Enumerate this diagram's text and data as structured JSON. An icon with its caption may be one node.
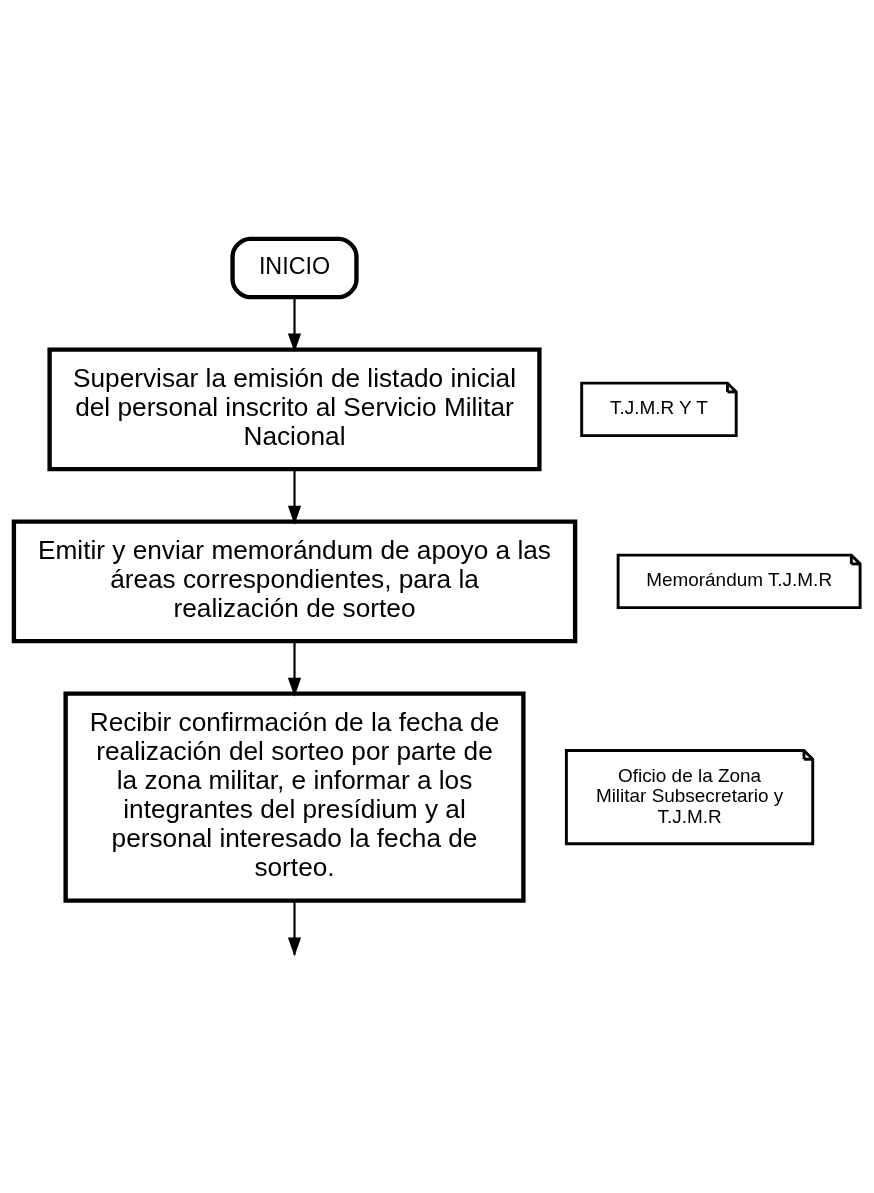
{
  "diagram": {
    "nodes": [
      {
        "text": [
          "INICIO"
        ]
      },
      {
        "text": [
          "Supervisar la emisión de listado inicial del personal inscrito al Servicio Militar Nacional"
        ]
      },
      {
        "text": [
          "T.J.M.R Y T"
        ]
      },
      {
        "text": [
          "Emitir y enviar memorándum de apoyo a las áreas correspondientes, para la realización de sorteo"
        ]
      },
      {
        "text": [
          "Memorándum T.J.M.R"
        ]
      },
      {
        "text": [
          "Recibir confirmación de la fecha de realización del sorteo por parte de la zona militar, e informar a los integrantes del presídium y al personal interesado la fecha de sorteo."
        ]
      },
      {
        "text": [
          "Oficio de la Zona Militar Subsecretario y T.J.M.R"
        ]
      }
    ],
    "edges": [
      {
        "from": 0,
        "to": 1,
        "arrow": "to"
      },
      {
        "from": 1,
        "to": 3,
        "arrow": "to"
      },
      {
        "from": 3,
        "to": 5,
        "arrow": "to"
      },
      {
        "from": 5,
        "to": null,
        "arrow": "to"
      }
    ]
  }
}
